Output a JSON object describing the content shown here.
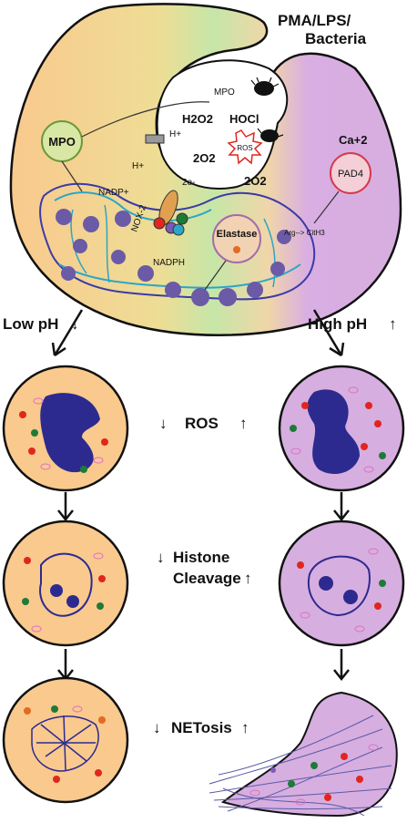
{
  "stimulus": "PMA/LPS/",
  "stimulus2": "Bacteria",
  "molecules": {
    "mpo_enzyme": "MPO",
    "mpo_arrow": "MPO",
    "h2o2": "H2O2",
    "hocl": "HOCl",
    "ros_burst": "ROS",
    "superoxide_2o2": "2O2",
    "o2": "2O2",
    "electrons": "2e-",
    "proton": "H+",
    "proton2": "H+",
    "nadp": "NADP+",
    "nox2": "NOX-2",
    "nadph": "NADPH",
    "elastase": "Elastase",
    "calcium": "Ca+2",
    "pad4": "PAD4",
    "citrullination": "Arg--> CitH3"
  },
  "conditions": {
    "low": "Low pH",
    "high": "High pH"
  },
  "stages": [
    {
      "label": "ROS",
      "label2": ""
    },
    {
      "label": "Histone",
      "label2": "Cleavage"
    },
    {
      "label": "NETosis",
      "label2": ""
    }
  ],
  "arrows": {
    "down": "↓",
    "up": "↑"
  },
  "colors": {
    "cell_orange": "#f9c98e",
    "cell_purple": "#d7aee0",
    "nucleus": "#2d2a8f",
    "dna_teal": "#2aa6c8",
    "granule_red": "#e0261f",
    "granule_green": "#1e7b35",
    "granule_pink": "#e06fc2"
  }
}
